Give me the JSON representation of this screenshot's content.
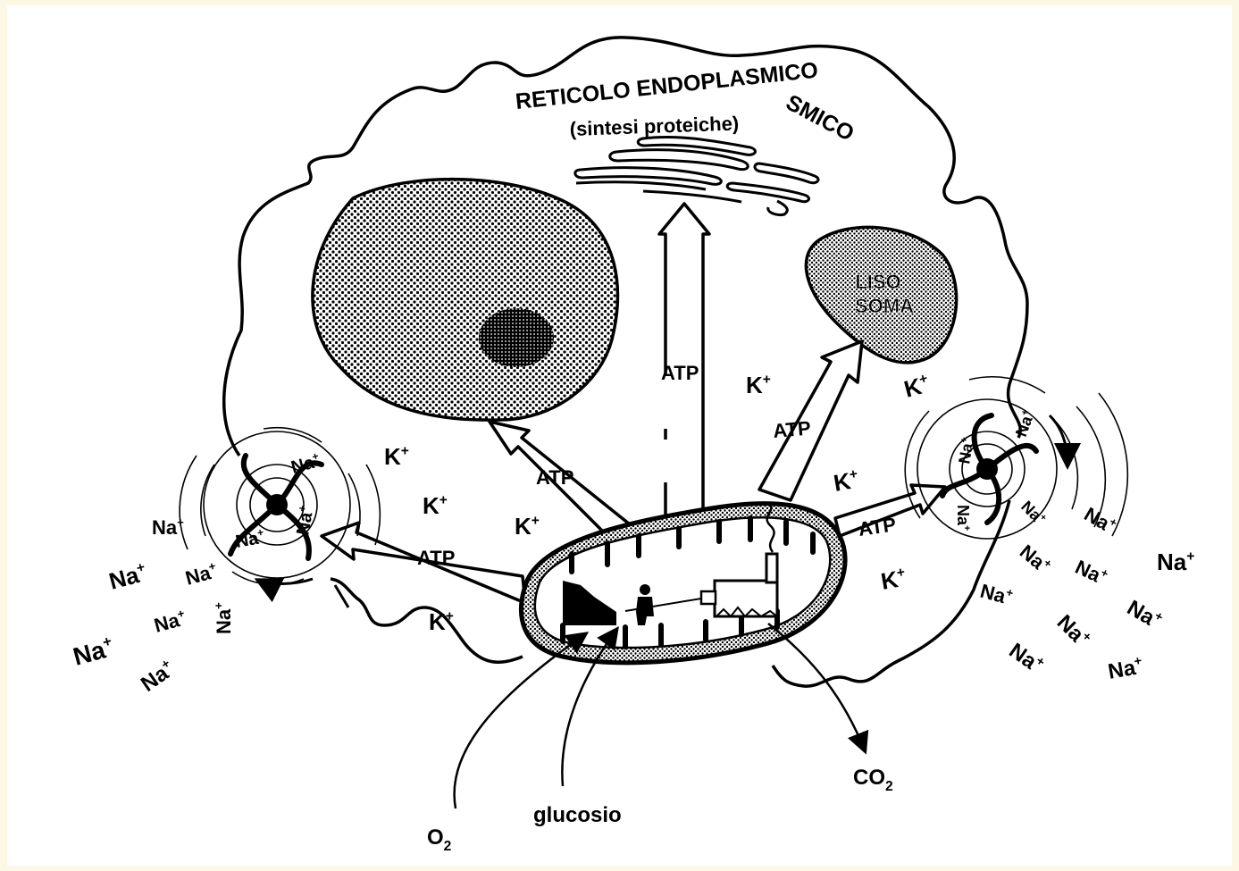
{
  "organelles": {
    "er_title_line1": "RETICOLO ENDOPLASMICO",
    "er_title_line2": "(sintesi proteiche)",
    "lysosome_line1": "LISO",
    "lysosome_line2": "SOMA"
  },
  "energy": {
    "atp_label": "ATP",
    "k_ion": "K",
    "k_sup": "+",
    "na_ion": "Na",
    "na_sup": "+"
  },
  "inputs_outputs": {
    "oxygen": "O",
    "oxygen_sub": "2",
    "glucose": "glucosio",
    "carbon_dioxide": "CO",
    "co2_sub": "2"
  },
  "colors": {
    "ink": "#000000",
    "paper": "#ffffff",
    "page_border": "#fdf8e6"
  }
}
